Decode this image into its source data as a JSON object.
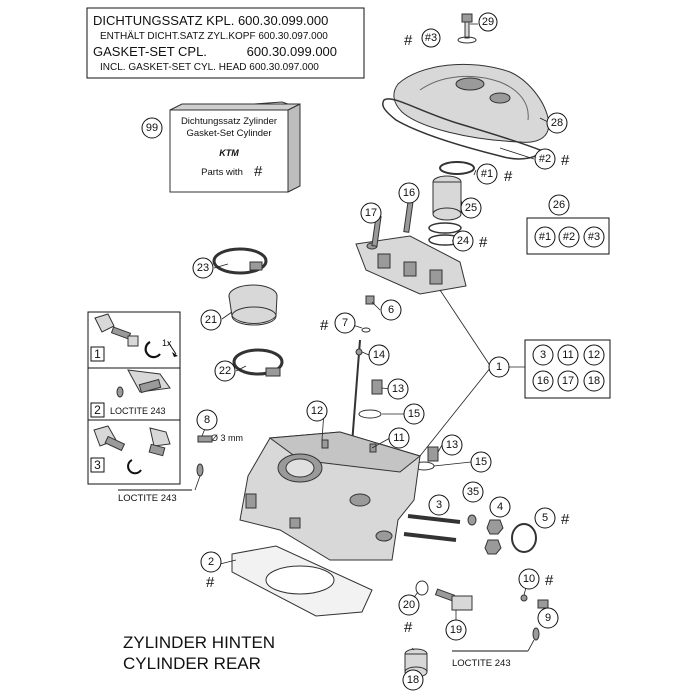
{
  "header_box": {
    "line1": "DICHTUNGSSATZ KPL. 600.30.099.000",
    "line2": "ENTHÄLT DICHT.SATZ ZYL.KOPF 600.30.097.000",
    "line3": "GASKET-SET CPL.           600.30.099.000",
    "line4": "INCL. GASKET-SET CYL. HEAD 600.30.097.000"
  },
  "kit_box": {
    "line1": "Dichtungssatz Zylinder",
    "line2": "Gasket-Set Cylinder",
    "brand": "KTM",
    "parts_with": "Parts with",
    "hash": "#",
    "ref": "99"
  },
  "title": {
    "line1": "ZYLINDER HINTEN",
    "line2": "CYLINDER REAR"
  },
  "loctite": "LOCTITE 243",
  "diameter_note": "Ø 3 mm",
  "sequence_note": "1x",
  "steps": [
    "1",
    "2",
    "3"
  ],
  "hash_mark": "#",
  "callouts": [
    {
      "id": "c1",
      "text": "1"
    },
    {
      "id": "c2",
      "text": "2"
    },
    {
      "id": "c3",
      "text": "3"
    },
    {
      "id": "c4",
      "text": "4"
    },
    {
      "id": "c5",
      "text": "5"
    },
    {
      "id": "c6",
      "text": "6"
    },
    {
      "id": "c7",
      "text": "7"
    },
    {
      "id": "c8",
      "text": "8"
    },
    {
      "id": "c9",
      "text": "9"
    },
    {
      "id": "c10",
      "text": "10"
    },
    {
      "id": "c11",
      "text": "11"
    },
    {
      "id": "c12",
      "text": "12"
    },
    {
      "id": "c13a",
      "text": "13"
    },
    {
      "id": "c13b",
      "text": "13"
    },
    {
      "id": "c14",
      "text": "14"
    },
    {
      "id": "c15a",
      "text": "15"
    },
    {
      "id": "c15b",
      "text": "15"
    },
    {
      "id": "c16",
      "text": "16"
    },
    {
      "id": "c17",
      "text": "17"
    },
    {
      "id": "c18",
      "text": "18"
    },
    {
      "id": "c19",
      "text": "19"
    },
    {
      "id": "c20",
      "text": "20"
    },
    {
      "id": "c21",
      "text": "21"
    },
    {
      "id": "c22",
      "text": "22"
    },
    {
      "id": "c23",
      "text": "23"
    },
    {
      "id": "c24",
      "text": "24"
    },
    {
      "id": "c25",
      "text": "25"
    },
    {
      "id": "c26",
      "text": "26"
    },
    {
      "id": "c28",
      "text": "28"
    },
    {
      "id": "c29",
      "text": "29"
    },
    {
      "id": "c35",
      "text": "35"
    },
    {
      "id": "h1",
      "text": "#1"
    },
    {
      "id": "h2",
      "text": "#2"
    },
    {
      "id": "h3",
      "text": "#3"
    }
  ],
  "group_26": [
    "#1",
    "#2",
    "#3"
  ],
  "group_1": [
    "3",
    "11",
    "12",
    "16",
    "17",
    "18"
  ]
}
